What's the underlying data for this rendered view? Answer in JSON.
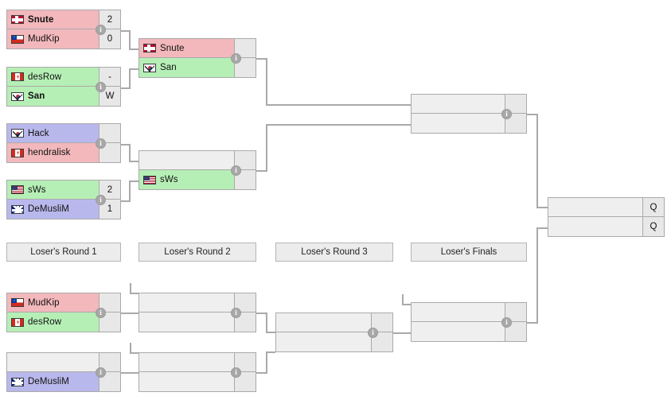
{
  "bracket": {
    "title": "Tournament Bracket",
    "colors": {
      "loser_pink": "#f2b8bc",
      "winner_green": "#b6efb6",
      "neutral_purple": "#b9b8ec",
      "empty_grey": "#efefef",
      "score_grey": "#e8e8e8",
      "line_grey": "#a9a9a9",
      "border_grey": "#aaaaaa"
    },
    "info_icon": "i"
  },
  "round_labels": [
    {
      "label": "Loser's Round 1"
    },
    {
      "label": "Loser's Round 2"
    },
    {
      "label": "Loser's Round 3"
    },
    {
      "label": "Loser's Finals"
    }
  ],
  "matches": {
    "wr1_m1": {
      "top": {
        "name": "Snute",
        "score": "2",
        "flag": "norway-flag",
        "state": "pink",
        "winner": true
      },
      "bottom": {
        "name": "MudKip",
        "score": "0",
        "flag": "chile-flag",
        "state": "pink",
        "winner": false
      }
    },
    "wr1_m2": {
      "top": {
        "name": "desRow",
        "score": "-",
        "flag": "canada-flag",
        "state": "green",
        "winner": false
      },
      "bottom": {
        "name": "San",
        "score": "W",
        "flag": "south-korea-flag",
        "state": "green",
        "winner": true
      }
    },
    "wr1_m3": {
      "top": {
        "name": "Hack",
        "score": "",
        "flag": "south-korea-flag",
        "state": "purple",
        "winner": false
      },
      "bottom": {
        "name": "hendralisk",
        "score": "",
        "flag": "canada-flag",
        "state": "pink",
        "winner": false
      }
    },
    "wr1_m4": {
      "top": {
        "name": "sWs",
        "score": "2",
        "flag": "usa-flag",
        "state": "green",
        "winner": false
      },
      "bottom": {
        "name": "DeMusliM",
        "score": "1",
        "flag": "uk-flag",
        "state": "purple",
        "winner": false
      }
    },
    "wr2_m1": {
      "top": {
        "name": "Snute",
        "score": "",
        "flag": "norway-flag",
        "state": "pink",
        "winner": false
      },
      "bottom": {
        "name": "San",
        "score": "",
        "flag": "south-korea-flag",
        "state": "green",
        "winner": false
      }
    },
    "wr2_m2": {
      "top": {
        "name": "",
        "score": "",
        "flag": "",
        "state": "blank",
        "winner": false
      },
      "bottom": {
        "name": "sWs",
        "score": "",
        "flag": "usa-flag",
        "state": "green",
        "winner": false
      }
    },
    "wr3_m1": {
      "top": {
        "name": "",
        "score": "",
        "flag": "",
        "state": "blank",
        "winner": false
      },
      "bottom": {
        "name": "",
        "score": "",
        "flag": "",
        "state": "blank",
        "winner": false
      }
    },
    "grand_final": {
      "top": {
        "name": "",
        "score": "Q",
        "flag": "",
        "state": "blank",
        "winner": false
      },
      "bottom": {
        "name": "",
        "score": "Q",
        "flag": "",
        "state": "blank",
        "winner": false
      }
    },
    "lr1_m1": {
      "top": {
        "name": "MudKip",
        "score": "",
        "flag": "chile-flag",
        "state": "pink",
        "winner": false
      },
      "bottom": {
        "name": "desRow",
        "score": "",
        "flag": "canada-flag",
        "state": "green",
        "winner": false
      }
    },
    "lr1_m2": {
      "top": {
        "name": "",
        "score": "",
        "flag": "",
        "state": "blank",
        "winner": false
      },
      "bottom": {
        "name": "DeMusliM",
        "score": "",
        "flag": "uk-flag",
        "state": "purple",
        "winner": false
      }
    },
    "lr2_m1": {
      "top": {
        "name": "",
        "score": "",
        "flag": "",
        "state": "blank",
        "winner": false
      },
      "bottom": {
        "name": "",
        "score": "",
        "flag": "",
        "state": "blank",
        "winner": false
      }
    },
    "lr2_m2": {
      "top": {
        "name": "",
        "score": "",
        "flag": "",
        "state": "blank",
        "winner": false
      },
      "bottom": {
        "name": "",
        "score": "",
        "flag": "",
        "state": "blank",
        "winner": false
      }
    },
    "lr3_m1": {
      "top": {
        "name": "",
        "score": "",
        "flag": "",
        "state": "blank",
        "winner": false
      },
      "bottom": {
        "name": "",
        "score": "",
        "flag": "",
        "state": "blank",
        "winner": false
      }
    },
    "lf_m1": {
      "top": {
        "name": "",
        "score": "",
        "flag": "",
        "state": "blank",
        "winner": false
      },
      "bottom": {
        "name": "",
        "score": "",
        "flag": "",
        "state": "blank",
        "winner": false
      }
    }
  }
}
